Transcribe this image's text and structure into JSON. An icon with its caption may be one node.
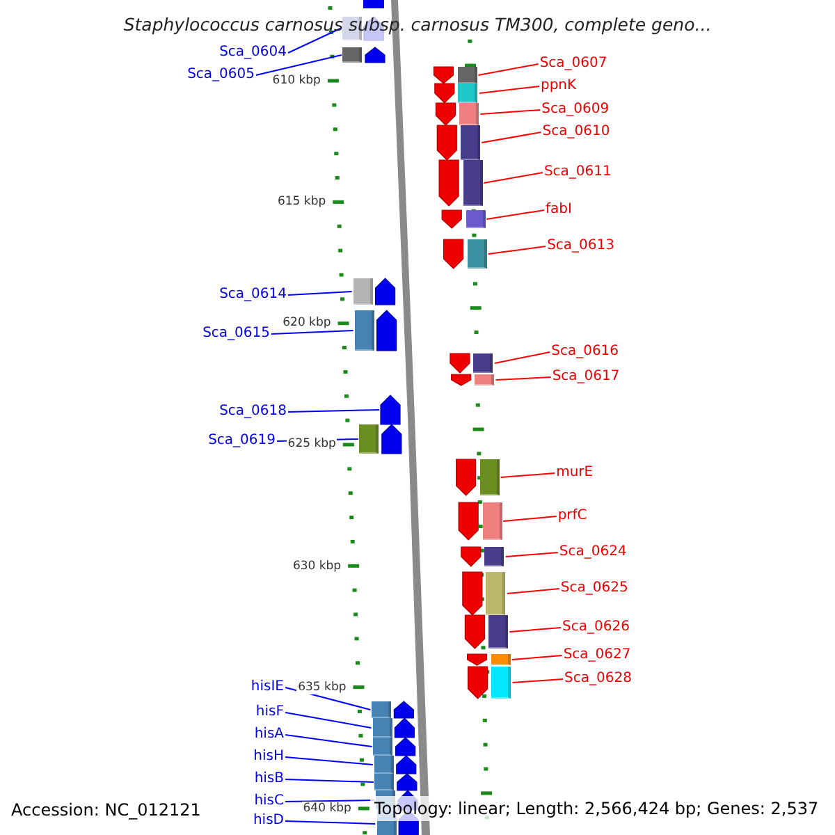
{
  "diagram": {
    "title": "Staphylococcus carnosus subsp. carnosus TM300, complete geno...",
    "nodes": [
      {
        "text": [
          "Sca_0604"
        ]
      },
      {
        "text": [],
        "shape": "box"
      },
      {
        "text": [
          "Sca_0605"
        ]
      },
      {
        "text": [],
        "shape": "box"
      },
      {
        "text": [
          "Sca_0607"
        ]
      },
      {
        "text": [],
        "shape": "box"
      },
      {
        "text": [
          "ppnK"
        ]
      },
      {
        "text": [],
        "shape": "box"
      },
      {
        "text": [
          "Sca_0609"
        ]
      },
      {
        "text": [],
        "shape": "box"
      },
      {
        "text": [
          "Sca_0610"
        ]
      },
      {
        "text": [],
        "shape": "box"
      },
      {
        "text": [
          "Sca_0611"
        ]
      },
      {
        "text": [],
        "shape": "box"
      },
      {
        "text": [
          "fabI"
        ]
      },
      {
        "text": [],
        "shape": "box"
      },
      {
        "text": [
          "Sca_0613"
        ]
      },
      {
        "text": [],
        "shape": "box"
      },
      {
        "text": [
          "Sca_0614"
        ]
      },
      {
        "text": [],
        "shape": "box"
      },
      {
        "text": [
          "Sca_0615"
        ]
      },
      {
        "text": [],
        "shape": "box"
      },
      {
        "text": [
          "Sca_0616"
        ]
      },
      {
        "text": [],
        "shape": "box"
      },
      {
        "text": [
          "Sca_0617"
        ]
      },
      {
        "text": [],
        "shape": "box"
      },
      {
        "text": [
          "Sca_0618"
        ]
      },
      {
        "text": [],
        "shape": "pentagon"
      },
      {
        "text": [
          "Sca_0619"
        ]
      },
      {
        "text": [],
        "shape": "box"
      },
      {
        "text": [
          "murE"
        ]
      },
      {
        "text": [],
        "shape": "box"
      },
      {
        "text": [
          "prfC"
        ]
      },
      {
        "text": [],
        "shape": "box"
      },
      {
        "text": [
          "Sca_0624"
        ]
      },
      {
        "text": [],
        "shape": "box"
      },
      {
        "text": [
          "Sca_0625"
        ]
      },
      {
        "text": [],
        "shape": "box"
      },
      {
        "text": [
          "Sca_0626"
        ]
      },
      {
        "text": [],
        "shape": "box"
      },
      {
        "text": [
          "Sca_0627"
        ]
      },
      {
        "text": [],
        "shape": "box"
      },
      {
        "text": [
          "Sca_0628"
        ]
      },
      {
        "text": [],
        "shape": "box"
      },
      {
        "text": [
          "hisIE"
        ]
      },
      {
        "text": [],
        "shape": "box"
      },
      {
        "text": [
          "hisF"
        ]
      },
      {
        "text": [],
        "shape": "box"
      },
      {
        "text": [
          "hisA"
        ]
      },
      {
        "text": [],
        "shape": "box"
      },
      {
        "text": [
          "hisH"
        ]
      },
      {
        "text": [],
        "shape": "box"
      },
      {
        "text": [
          "hisB"
        ]
      },
      {
        "text": [],
        "shape": "box"
      },
      {
        "text": [
          "hisC"
        ]
      },
      {
        "text": [],
        "shape": "box"
      },
      {
        "text": [
          "hisD"
        ]
      },
      {
        "text": [],
        "shape": "box"
      }
    ],
    "edges": [
      {
        "from": 0,
        "to": 1,
        "arrow": "none",
        "color": "#0000ff"
      },
      {
        "from": 2,
        "to": 3,
        "arrow": "none",
        "color": "#0000ff"
      },
      {
        "from": 4,
        "to": 5,
        "arrow": "none"
      },
      {
        "from": 6,
        "to": 7,
        "arrow": "none"
      },
      {
        "from": 8,
        "to": 9,
        "arrow": "none"
      },
      {
        "from": 10,
        "to": 11,
        "arrow": "none"
      },
      {
        "from": 12,
        "to": 13,
        "arrow": "none"
      },
      {
        "from": 14,
        "to": 15,
        "arrow": "none"
      },
      {
        "from": 16,
        "to": 17,
        "arrow": "none"
      },
      {
        "from": 18,
        "to": 19,
        "arrow": "none",
        "color": "#0000ff"
      },
      {
        "from": 20,
        "to": 21,
        "arrow": "none",
        "color": "#0000ff"
      },
      {
        "from": 22,
        "to": 23,
        "arrow": "none"
      },
      {
        "from": 24,
        "to": 25,
        "arrow": "none"
      },
      {
        "from": 26,
        "to": 27,
        "arrow": "none",
        "color": "#0000ff"
      },
      {
        "from": 28,
        "to": 29,
        "arrow": "none",
        "color": "#0000ff"
      },
      {
        "from": 30,
        "to": 31,
        "arrow": "none"
      },
      {
        "from": 32,
        "to": 33,
        "arrow": "none"
      },
      {
        "from": 34,
        "to": 35,
        "arrow": "none"
      },
      {
        "from": 36,
        "to": 37,
        "arrow": "none"
      },
      {
        "from": 38,
        "to": 39,
        "arrow": "none"
      },
      {
        "from": 40,
        "to": 41,
        "arrow": "none"
      },
      {
        "from": 42,
        "to": 43,
        "arrow": "none"
      },
      {
        "from": 44,
        "to": 45,
        "arrow": "none",
        "color": "#0000ff"
      },
      {
        "from": 46,
        "to": 47,
        "arrow": "none",
        "color": "#0000ff"
      },
      {
        "from": 48,
        "to": 49,
        "arrow": "none",
        "color": "#0000ff"
      },
      {
        "from": 50,
        "to": 51,
        "arrow": "none",
        "color": "#0000ff"
      },
      {
        "from": 52,
        "to": 53,
        "arrow": "none",
        "color": "#0000ff"
      },
      {
        "from": 54,
        "to": 55,
        "arrow": "none",
        "color": "#0000ff"
      },
      {
        "from": 56,
        "to": 57,
        "arrow": "none",
        "color": "#0000ff"
      }
    ],
    "labels": [
      "610 kbp",
      "615 kbp",
      "620 kbp",
      "625 kbp",
      "630 kbp",
      "635 kbp",
      "640 kbp",
      "Accession: NC_012121",
      "Topology: linear; Length: 2,566,424 bp; Genes: 2,537"
    ]
  }
}
